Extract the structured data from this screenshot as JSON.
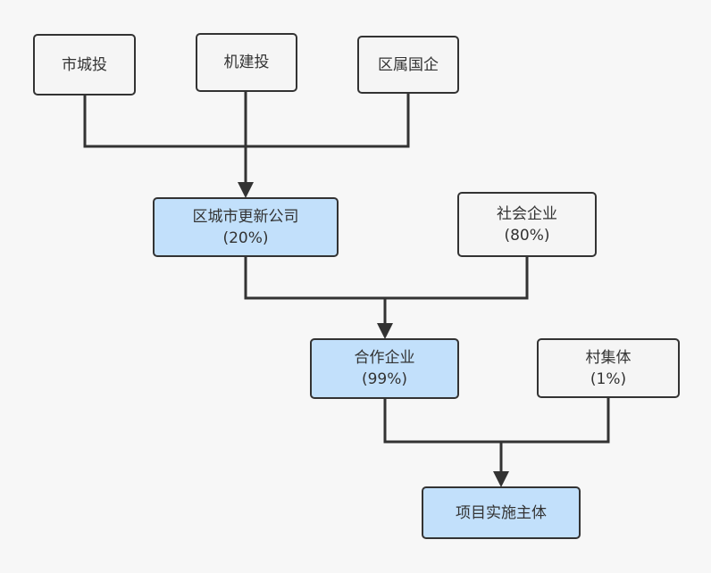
{
  "colors": {
    "background": "#f7f7f7",
    "node_fill": "#f5f5f5",
    "highlight_fill": "#c2e0fb",
    "stroke": "#333333"
  },
  "nodes": {
    "shi_cheng_tou": {
      "label": "市城投"
    },
    "ji_jian_tou": {
      "label": "机建投"
    },
    "qu_shu_guo_qi": {
      "label": "区属国企"
    },
    "qu_cheng_shi_gengxin": {
      "label": "区城市更新公司",
      "share": "(20%)"
    },
    "she_hui_qi_ye": {
      "label": "社会企业",
      "share": "(80%)"
    },
    "he_zuo_qi_ye": {
      "label": "合作企业",
      "share": "(99%)"
    },
    "cun_ji_ti": {
      "label": "村集体",
      "share": "(1%)"
    },
    "xiang_mu_zhu_ti": {
      "label": "项目实施主体"
    }
  }
}
